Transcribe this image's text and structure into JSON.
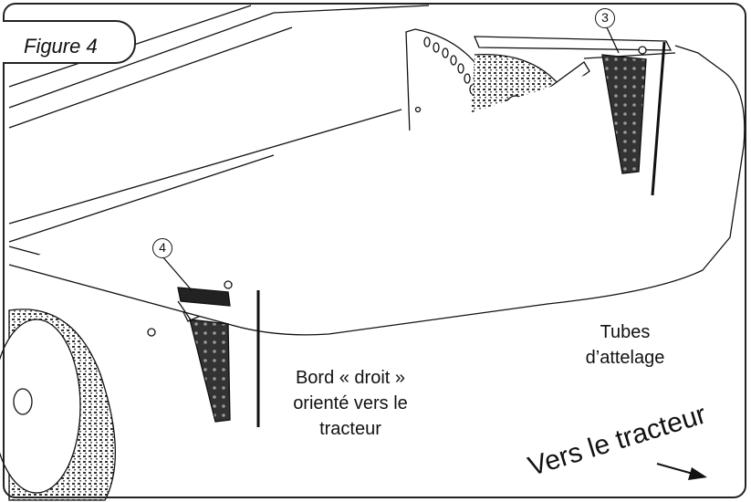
{
  "figure": {
    "label": "Figure 4"
  },
  "callouts": {
    "c3": "3",
    "c4": "4"
  },
  "labels": {
    "edge_line1": "Bord « droit »",
    "edge_line2": "orienté vers le",
    "edge_line3": "tracteur",
    "tubes_line1": "Tubes",
    "tubes_line2": "d’attelage",
    "direction": "Vers le tracteur"
  },
  "icons": {
    "direction_arrow": "arrow-right-icon"
  },
  "colors": {
    "line": "#111111",
    "tire_tread": "#333333",
    "plate": "#444444",
    "background": "#ffffff"
  }
}
